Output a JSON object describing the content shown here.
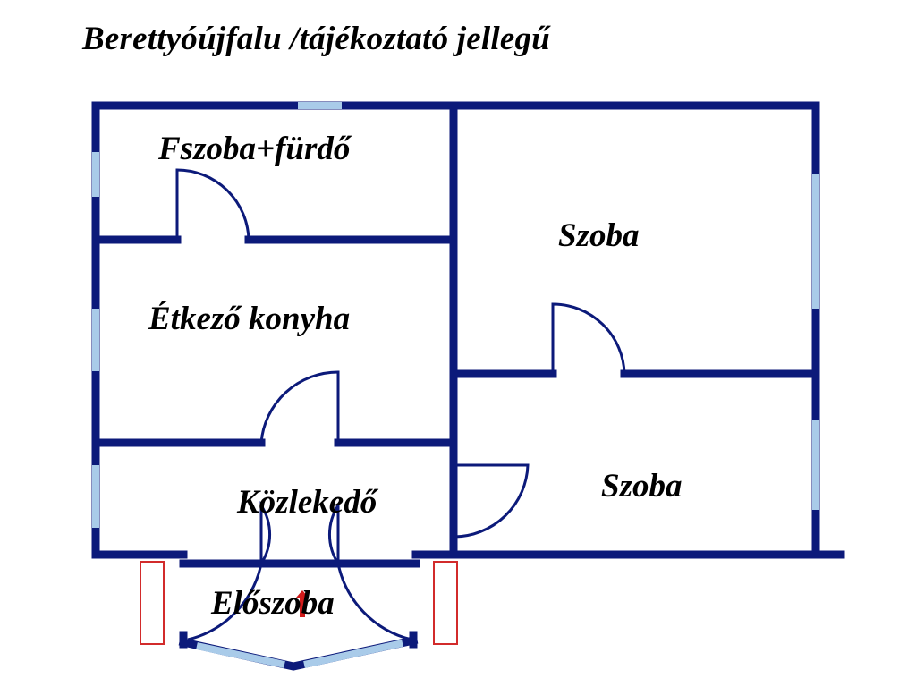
{
  "title": "Berettyóújfalu /tájékoztató jellegű",
  "rooms": {
    "fszoba_furdo": "Fszoba+fürdő",
    "etkezo_konyha": "Étkező konyha",
    "szoba_top": "Szoba",
    "szoba_bottom": "Szoba",
    "kozlekedo": "Közlekedő",
    "eloszoba": "Előszoba"
  },
  "colors": {
    "wall": "#0c1a7a",
    "window": "#a9cbe9",
    "railing": "#d22b2b",
    "entrance_marker": "#d11b1b"
  },
  "icons": {
    "entrance": "entrance-arrow-icon"
  }
}
